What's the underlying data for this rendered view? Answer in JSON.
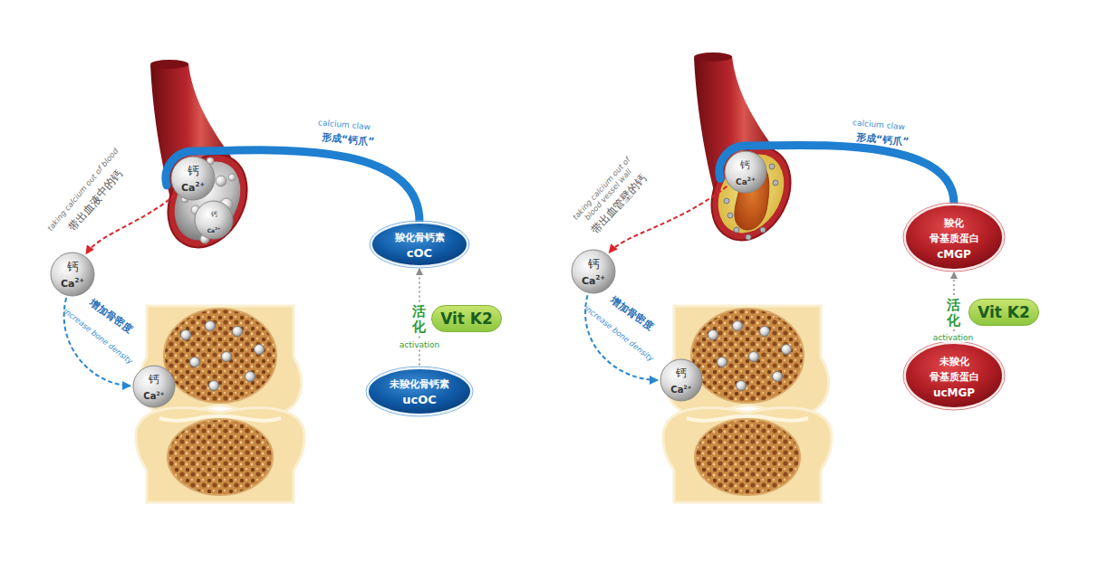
{
  "diagram": {
    "nodes": [
      {
        "text": [
          "钙",
          "Ca",
          "2+"
        ]
      },
      {
        "text": [
          "钙",
          "Ca",
          "2+"
        ]
      },
      {
        "text": [
          "钙",
          "Ca",
          "2+"
        ]
      },
      {
        "text": [
          "钙",
          "Ca",
          "2+"
        ]
      },
      {
        "text": [
          "羧化骨钙素",
          "cOC"
        ]
      },
      {
        "text": [
          "Vit K2"
        ]
      },
      {
        "text": [
          "未羧化骨钙素",
          "ucOC"
        ]
      },
      {
        "text": [
          "钙",
          "Ca",
          "2+"
        ]
      },
      {
        "text": [
          "钙",
          "Ca",
          "2+"
        ]
      },
      {
        "text": [
          "钙",
          "Ca",
          "2+"
        ]
      },
      {
        "text": [
          "羧化",
          "骨基质蛋白",
          "cMGP"
        ]
      },
      {
        "text": [
          "Vit K2"
        ]
      },
      {
        "text": [
          "未羧化",
          "骨基质蛋白",
          "ucMGP"
        ]
      }
    ],
    "edges": [
      {
        "from": 4,
        "to": 0,
        "arrow": "none"
      },
      {
        "from": 6,
        "to": 4,
        "arrow": "to"
      },
      {
        "from": 0,
        "to": 2,
        "arrow": "to"
      },
      {
        "from": 2,
        "to": 3,
        "arrow": "to"
      },
      {
        "from": 10,
        "to": 7,
        "arrow": "none"
      },
      {
        "from": 12,
        "to": 10,
        "arrow": "to"
      },
      {
        "from": 7,
        "to": 8,
        "arrow": "to"
      },
      {
        "from": 8,
        "to": 9,
        "arrow": "to"
      }
    ],
    "labels": [
      "calcium claw",
      "形成“钙爪”",
      "taking calcium out of blood",
      "带出血液中的钙",
      "增加骨密度",
      "increase bone density",
      "活化",
      "activation",
      "calcium claw",
      "形成“钙爪”",
      "taking calcium out of blood vessel wall",
      "带出血管壁的钙",
      "增加骨密度",
      "increase bone density",
      "活化",
      "activation"
    ]
  }
}
